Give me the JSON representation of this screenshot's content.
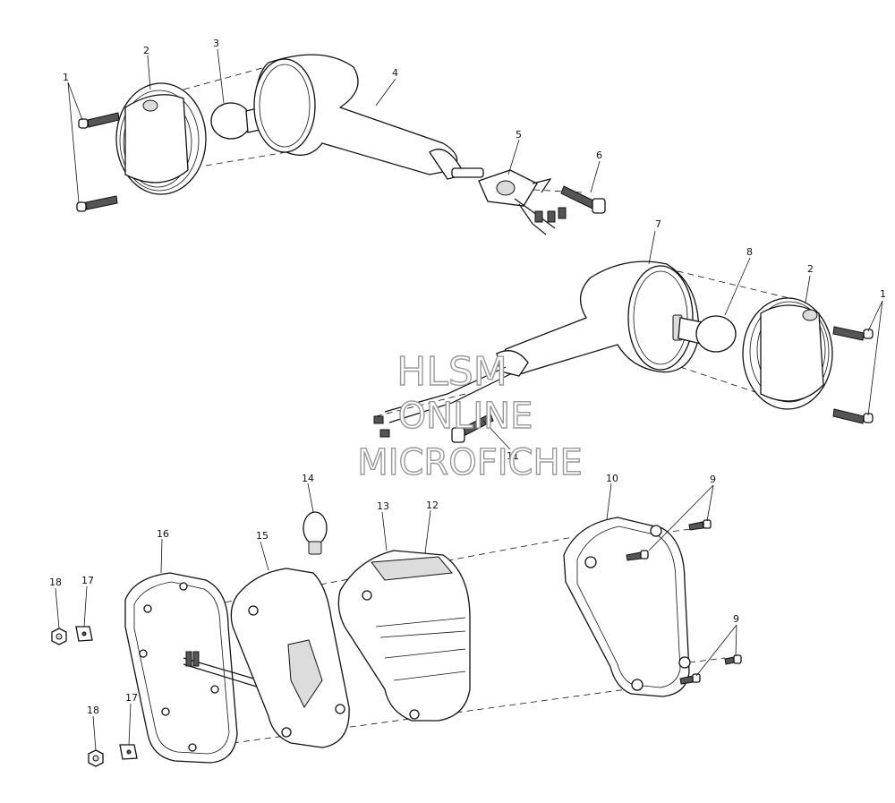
{
  "callouts": {
    "c1a": "1",
    "c2a": "2",
    "c3": "3",
    "c4": "4",
    "c5": "5",
    "c6": "6",
    "c7": "7",
    "c8": "8",
    "c2b": "2",
    "c1b": "1",
    "c11": "11",
    "c14": "14",
    "c13": "13",
    "c12": "12",
    "c10": "10",
    "c9a": "9",
    "c9b": "9",
    "c16": "16",
    "c15": "15",
    "c18a": "18",
    "c17a": "17",
    "c18b": "18",
    "c17b": "17"
  },
  "watermark": {
    "line1": "HLSM",
    "line2": "ONLINE",
    "line3": "MICROFICHE"
  }
}
